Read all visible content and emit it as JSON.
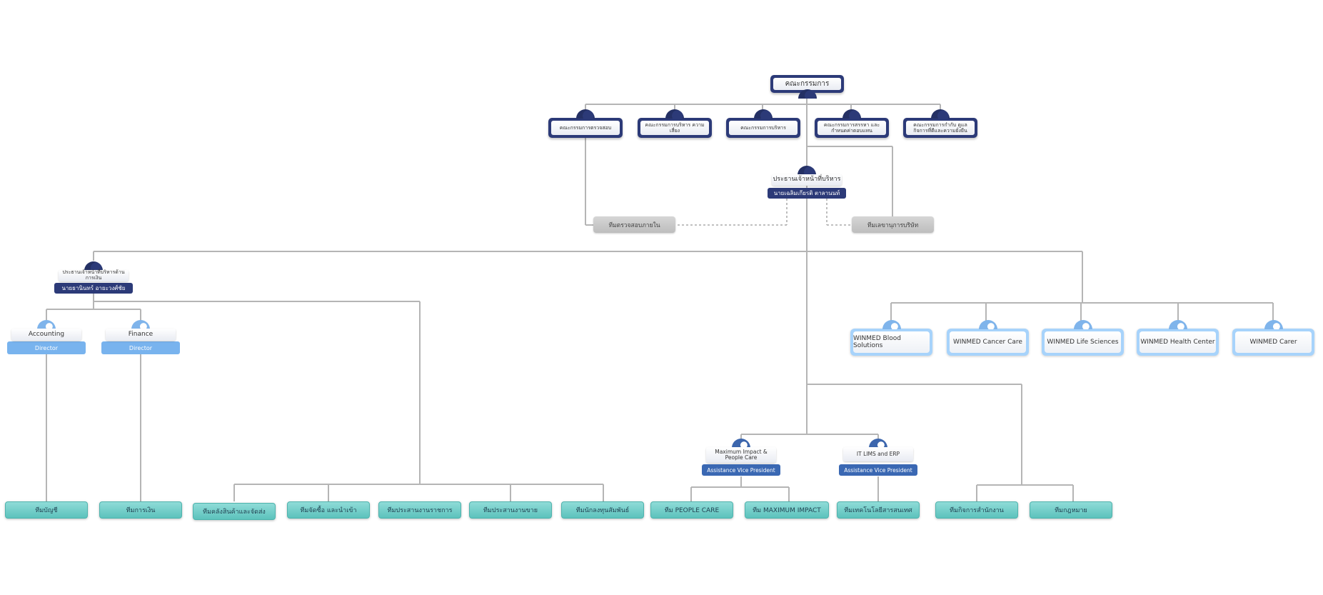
{
  "board": "คณะกรรมการ",
  "committees": [
    "คณะกรรมการตรวจสอบ",
    "คณะกรรมการบริหาร ความเสี่ยง",
    "คณะกรรมการบริหาร",
    "คณะกรรมการสรรหา และกำหนดค่าตอบแทน",
    "คณะกรรมการกำกับ ดูแลกิจการที่ดีและความยั่งยืน"
  ],
  "ceo": {
    "title": "ประธานเจ้าหน้าที่บริหาร",
    "name": "นายเฉลิมเกียรติ ตาลานนท์"
  },
  "internal_audit": "ทีมตรวจสอบภายใน",
  "company_secretary": "ทีมเลขานุการบริษัท",
  "cfo": {
    "title": "ประธานเจ้าหน้าที่บริหารด้านการเงิน",
    "name": "นายธานินทร์ อายะวงศ์ชัย"
  },
  "directors": [
    {
      "dept": "Accounting",
      "role": "Director"
    },
    {
      "dept": "Finance",
      "role": "Director"
    }
  ],
  "business_units": [
    "WINMED Blood Solutions",
    "WINMED Cancer Care",
    "WINMED Life Sciences",
    "WINMED Health Center",
    "WINMED Carer"
  ],
  "vps": [
    {
      "dept": "Maximum Impact & People Care",
      "role": "Assistance Vice President"
    },
    {
      "dept": "IT LIMS and ERP",
      "role": "Assistance Vice President"
    }
  ],
  "teams": [
    "ทีมบัญชี",
    "ทีมการเงิน",
    "ทีมคลังสินค้าและจัดส่ง",
    "ทีมจัดซื้อ และนำเข้า",
    "ทีมประสานงานราชการ",
    "ทีมประสานงานขาย",
    "ทีมนักลงทุนสัมพันธ์",
    "ทีม PEOPLE CARE",
    "ทีม MAXIMUM IMPACT",
    "ทีมเทคโนโลยีสารสนเทศ",
    "ทีมกิจการสำนักงาน",
    "ทีมกฎหมาย"
  ]
}
